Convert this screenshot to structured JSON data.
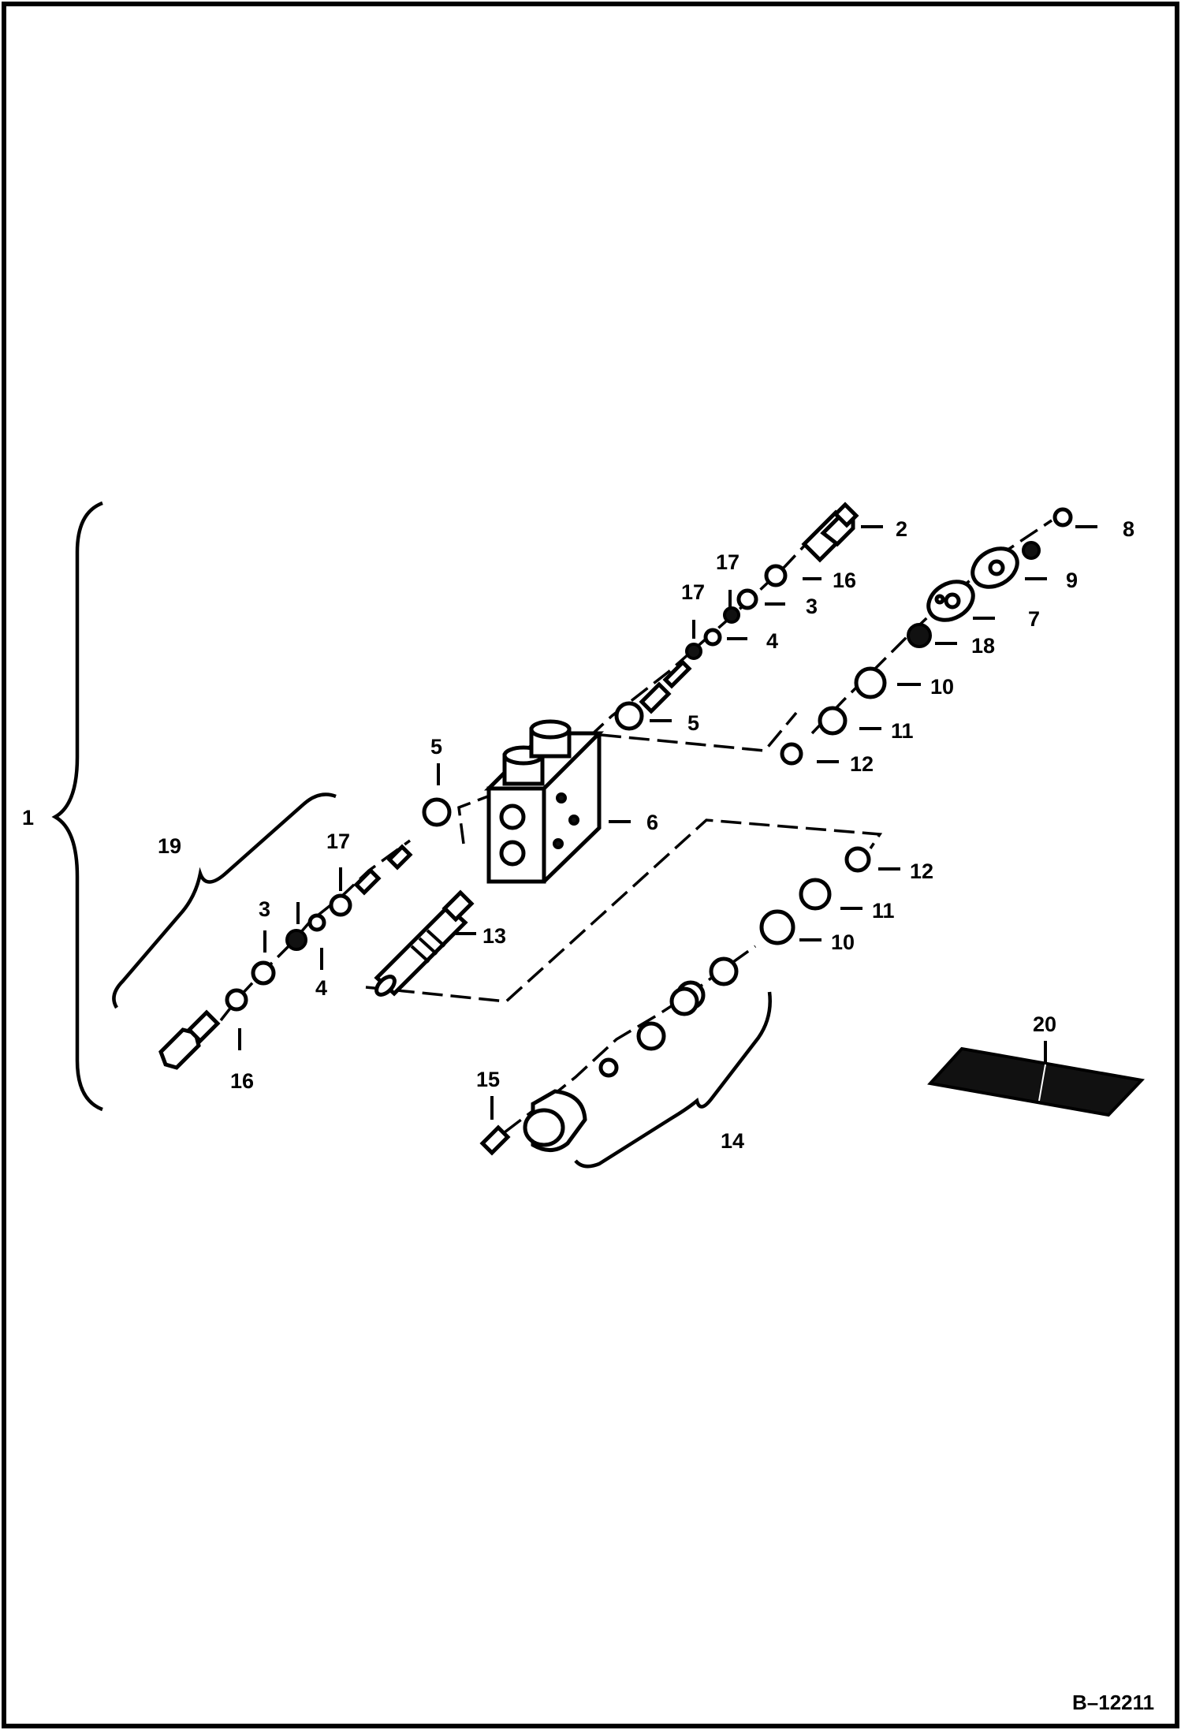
{
  "figure_id": "B–12211",
  "callouts": {
    "c1": "1",
    "c2": "2",
    "c3a": "3",
    "c3b": "3",
    "c4a": "4",
    "c4b": "4",
    "c5a": "5",
    "c5b": "5",
    "c6": "6",
    "c7": "7",
    "c8": "8",
    "c9": "9",
    "c10a": "10",
    "c10b": "10",
    "c11a": "11",
    "c11b": "11",
    "c12a": "12",
    "c12b": "12",
    "c13": "13",
    "c14": "14",
    "c15": "15",
    "c16a": "16",
    "c16b": "16",
    "c17a": "17",
    "c17b": "17",
    "c17c": "17",
    "c18": "18",
    "c19": "19",
    "c20": "20"
  }
}
